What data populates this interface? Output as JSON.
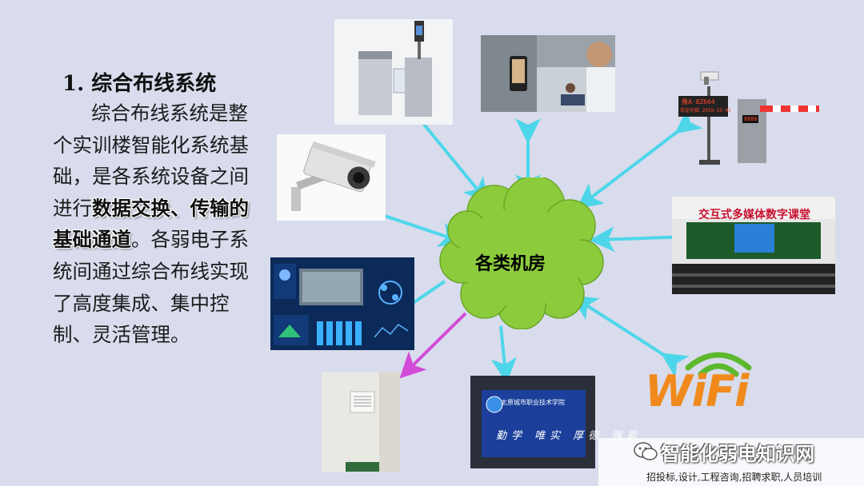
{
  "section": {
    "title": "1. 综合布线系统",
    "body_intro": "综合布线系统是整个实训楼智能化系统基础，是各系统设备之间进行",
    "body_emphasis": "数据交换、传输的基础通道",
    "body_outro": "。各弱电子系统间通过综合布线实现了高度集成、集中控制、灵活管理。"
  },
  "hub": {
    "label": "各类机房",
    "color": "#8ccc3c"
  },
  "devices": {
    "classroom_title": "交互式多媒体数字课堂",
    "parking_led_line1": "豫A·8Z664",
    "parking_led_line2": "欢迎光临 2019-15-01",
    "parking_gate_led": "8888",
    "screen_school_name": "太原城市职业技术学院",
    "screen_slogan": "勤学 唯实 厚德 强能",
    "wifi_text": "WiFi"
  },
  "colors": {
    "background": "#d8dcec",
    "arrow_cyan": "#4dd6ea",
    "arrow_magenta": "#d34ad8",
    "wifi_orange": "#f08a1c",
    "wifi_green": "#5db82e"
  },
  "watermark": {
    "main": "智能化弱电知识网",
    "sub": "招投标,设计,工程咨询,招聘求职,人员培训",
    "icon": "wechat-icon"
  }
}
